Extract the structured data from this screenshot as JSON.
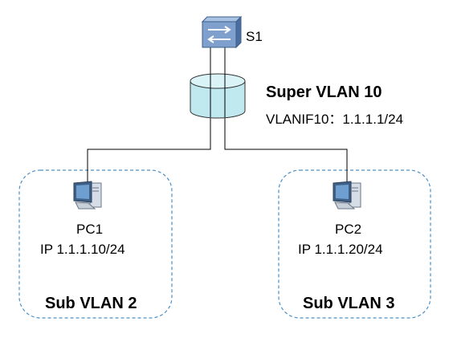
{
  "switch": {
    "label": "S1",
    "icon": "switch-icon"
  },
  "super_vlan": {
    "title": "Super VLAN 10",
    "vlanif": "VLANIF10：1.1.1.1/24",
    "icon": "vlan-cylinder-icon"
  },
  "hosts": [
    {
      "name": "PC1",
      "ip": "IP 1.1.1.10/24",
      "icon": "pc-icon"
    },
    {
      "name": "PC2",
      "ip": "IP 1.1.1.20/24",
      "icon": "pc-icon"
    }
  ],
  "sub_vlans": [
    {
      "label": "Sub VLAN 2"
    },
    {
      "label": "Sub VLAN 3"
    }
  ],
  "colors": {
    "switch_body": "#5b7fb0",
    "switch_face": "#7f9fcc",
    "cylinder_fill": "#bfe8ef",
    "cylinder_top": "#d9f3f7",
    "cylinder_stroke": "#333333",
    "dashed_border": "#4a90c8",
    "line": "#000000"
  }
}
